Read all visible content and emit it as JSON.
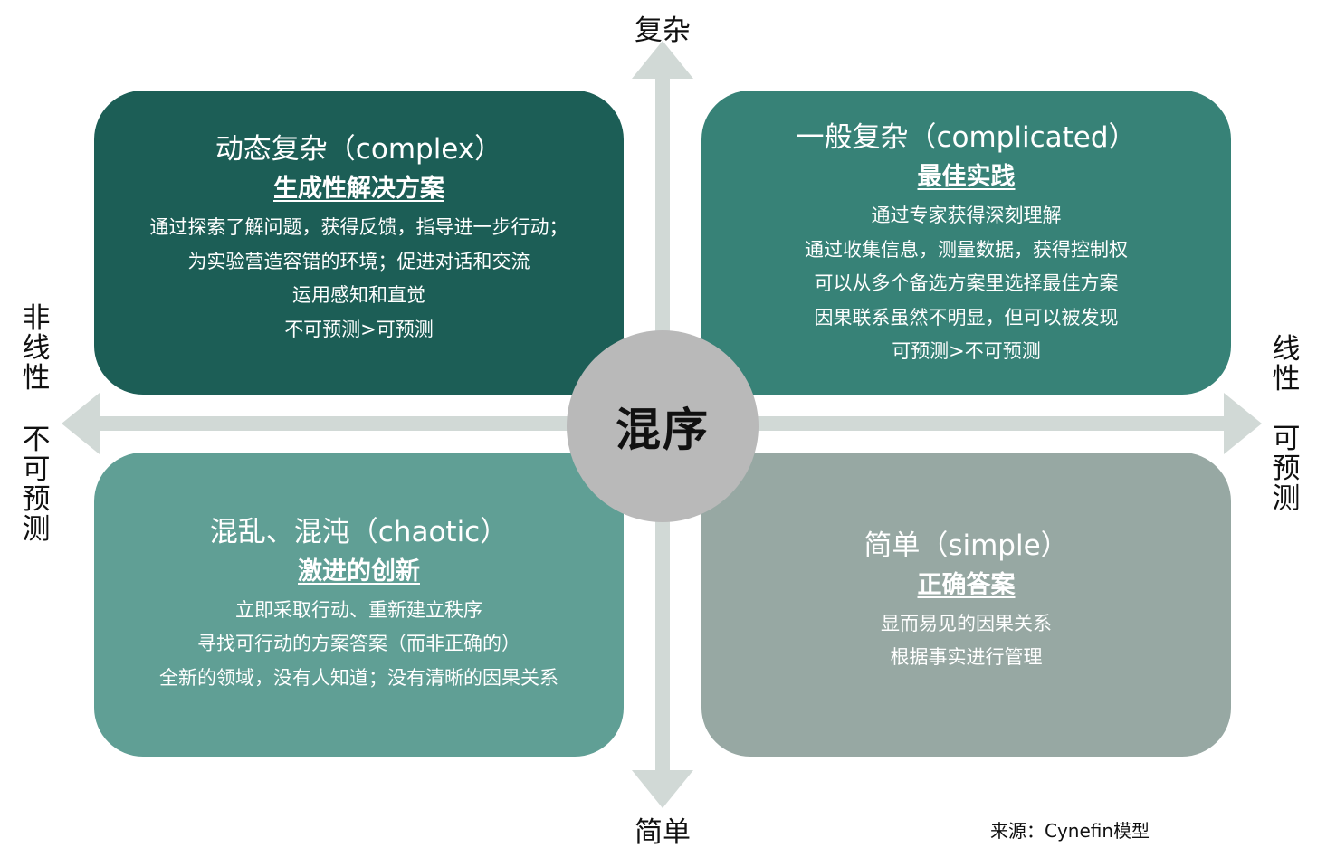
{
  "axes": {
    "top": "复杂",
    "bottom": "简单",
    "left_top": "非\n线\n性",
    "left_bottom": "不\n可\n预\n测",
    "right_top": "线\n性",
    "right_bottom": "可\n预\n测"
  },
  "center": "混序",
  "quadrants": {
    "top_left": {
      "title": "动态复杂（complex）",
      "subtitle": "生成性解决方案",
      "lines": [
        "通过探索了解问题，获得反馈，指导进一步行动；",
        "为实验营造容错的环境；促进对话和交流",
        "运用感知和直觉",
        "不可预测>可预测"
      ],
      "color": "#1c5e56"
    },
    "top_right": {
      "title": "一般复杂（complicated）",
      "subtitle": "最佳实践",
      "lines": [
        "通过专家获得深刻理解",
        "通过收集信息，测量数据，获得控制权",
        "可以从多个备选方案里选择最佳方案",
        "因果联系虽然不明显，但可以被发现",
        "可预测>不可预测"
      ],
      "color": "#378277"
    },
    "bottom_left": {
      "title": "混乱、混沌（chaotic）",
      "subtitle": "激进的创新",
      "lines": [
        "立即采取行动、重新建立秩序",
        "寻找可行动的方案答案（而非正确的）",
        "全新的领域，没有人知道；没有清晰的因果关系"
      ],
      "color": "#609f95"
    },
    "bottom_right": {
      "title": "简单（simple）",
      "subtitle": "正确答案",
      "lines": [
        "显而易见的因果关系",
        "根据事实进行管理"
      ],
      "color": "#97a8a3"
    }
  },
  "source": "来源：Cynefin模型",
  "colors": {
    "arrow": "#d1d9d6",
    "circle": "#b9b9b9"
  }
}
